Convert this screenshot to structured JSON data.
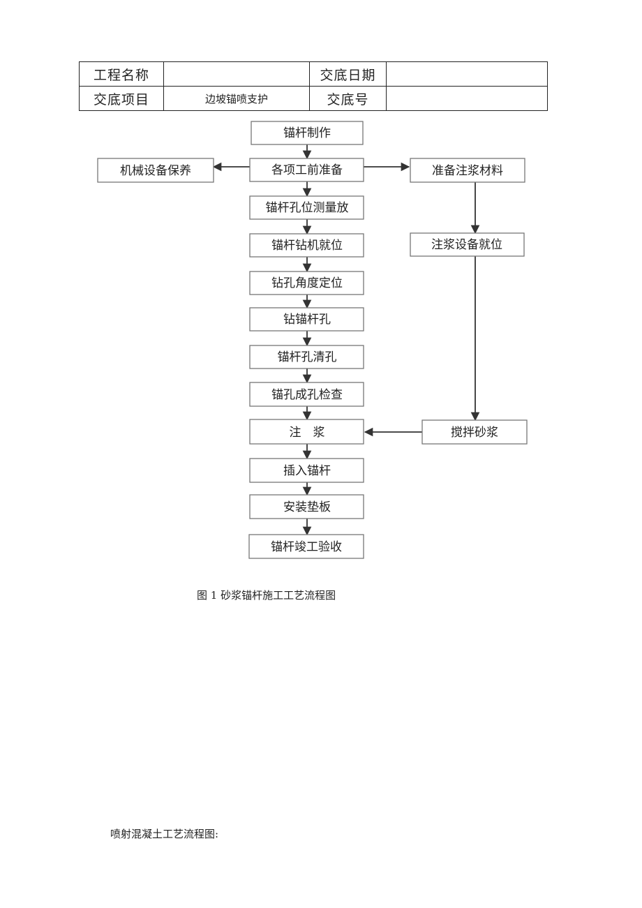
{
  "header": {
    "project_name_label": "工程名称",
    "project_name_value": "",
    "date_label": "交底日期",
    "date_value": "",
    "item_label": "交底项目",
    "item_value": "边坡锚喷支护",
    "number_label": "交底号",
    "number_value": ""
  },
  "flowchart": {
    "nodes": {
      "n1": "锚杆制作",
      "n2": "各项工前准备",
      "n3": "锚杆孔位测量放",
      "n4": "锚杆钻机就位",
      "n5": "钻孔角度定位",
      "n6": "钻锚杆孔",
      "n7": "锚杆孔清孔",
      "n8": "锚孔成孔检查",
      "n9": "注　浆",
      "n10": "插入锚杆",
      "n11": "安装垫板",
      "n12": "锚杆竣工验收",
      "left": "机械设备保养",
      "r1": "准备注浆材料",
      "r2": "注浆设备就位",
      "r3": "搅拌砂浆"
    }
  },
  "caption": "图 1 砂浆锚杆施工工艺流程图",
  "note": "喷射混凝土工艺流程图:"
}
